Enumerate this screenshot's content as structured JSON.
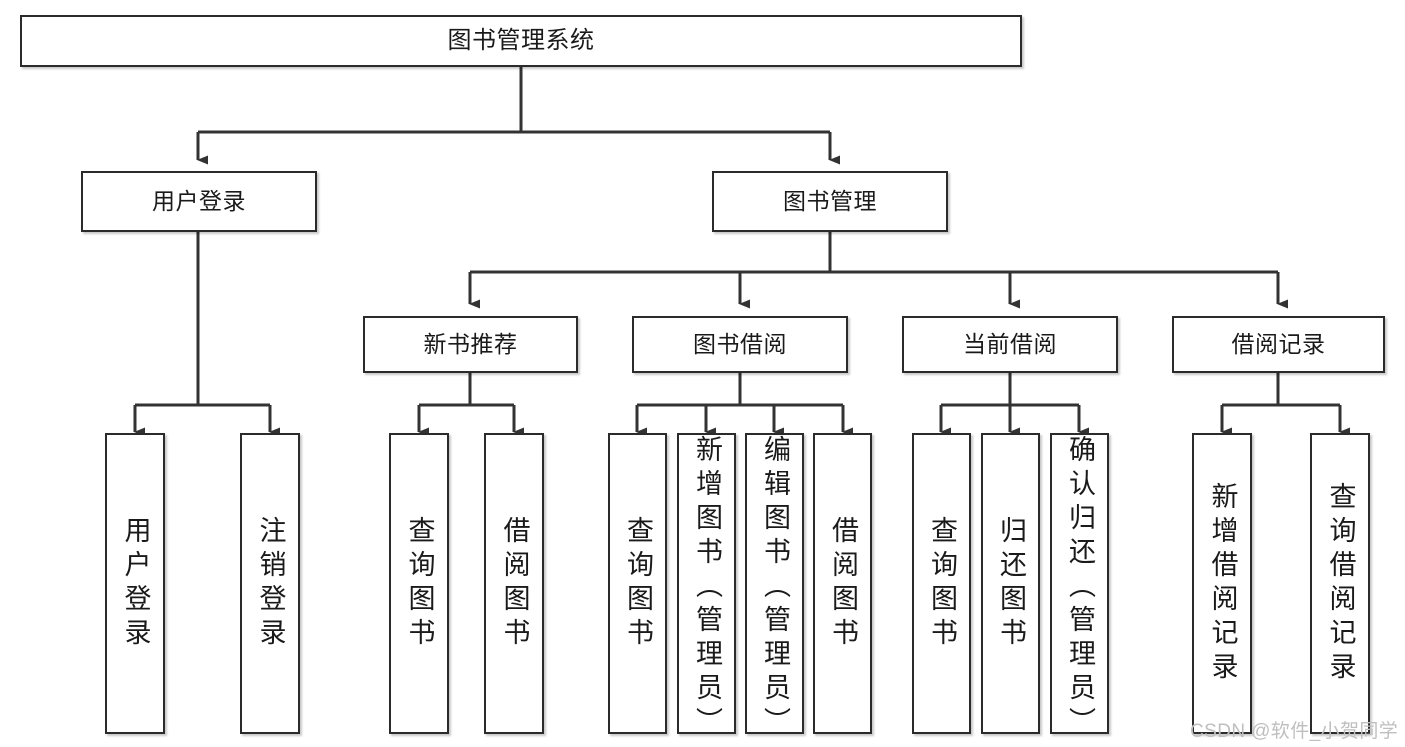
{
  "diagram": {
    "type": "tree-hierarchy-chart",
    "title": "图书管理系统",
    "orientation": "top-down",
    "colors": {
      "box_border": "#2b2b2b",
      "box_fill": "#ffffff",
      "connector": "#333333",
      "text": "#1a1a1a",
      "watermark": "#bfbfbf",
      "background": "#ffffff"
    },
    "nodes": {
      "root": {
        "label": "图书管理系统",
        "level": 0
      },
      "level1": [
        {
          "id": "user-login",
          "label": "用户登录"
        },
        {
          "id": "book-management",
          "label": "图书管理"
        }
      ],
      "level2": [
        {
          "id": "new-book-recommend",
          "label": "新书推荐",
          "parent": "book-management"
        },
        {
          "id": "book-borrow",
          "label": "图书借阅",
          "parent": "book-management"
        },
        {
          "id": "current-borrow",
          "label": "当前借阅",
          "parent": "book-management"
        },
        {
          "id": "borrow-record",
          "label": "借阅记录",
          "parent": "book-management"
        }
      ],
      "leaves": {
        "user-login": [
          {
            "id": "leaf-user-login",
            "label": "用户登录"
          },
          {
            "id": "leaf-user-logout",
            "label": "注销登录"
          }
        ],
        "new-book-recommend": [
          {
            "id": "leaf-query-book-1",
            "label": "查询图书"
          },
          {
            "id": "leaf-borrow-book-1",
            "label": "借阅图书"
          }
        ],
        "book-borrow": [
          {
            "id": "leaf-query-book-2",
            "label": "查询图书"
          },
          {
            "id": "leaf-add-book",
            "label": "新增图书（管理员）"
          },
          {
            "id": "leaf-edit-book",
            "label": "编辑图书（管理员）"
          },
          {
            "id": "leaf-borrow-book-2",
            "label": "借阅图书"
          }
        ],
        "current-borrow": [
          {
            "id": "leaf-query-book-3",
            "label": "查询图书"
          },
          {
            "id": "leaf-return-book",
            "label": "归还图书"
          },
          {
            "id": "leaf-confirm-return",
            "label": "确认归还（管理员）"
          }
        ],
        "borrow-record": [
          {
            "id": "leaf-add-record",
            "label": "新增借阅记录"
          },
          {
            "id": "leaf-query-record",
            "label": "查询借阅记录"
          }
        ]
      }
    },
    "watermark": "CSDN @软件_小贺同学"
  }
}
